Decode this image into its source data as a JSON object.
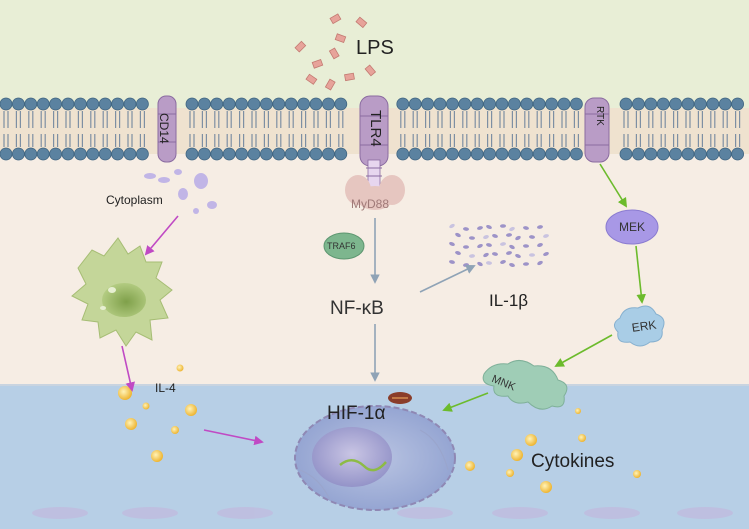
{
  "labels": {
    "lps": "LPS",
    "tlr4": "TLR4",
    "cd14": "CD14",
    "rtk": "RTK",
    "cytoplasm": "Cytoplasm",
    "myd88": "MyD88",
    "traf6": "TRAF6",
    "nfkb": "NF-κB",
    "il1b": "IL-1β",
    "mek": "MEK",
    "erk": "ERK",
    "mnk": "MNK",
    "il4": "IL-4",
    "hif1a": "HIF-1α",
    "cytokines": "Cytokines"
  },
  "colors": {
    "extracellular": "#e8eed6",
    "cytoplasm": "#f6ede4",
    "nucleus_region": "#b7cfe6",
    "membrane_head": "#5b82a0",
    "lipid_tail": "#7d8fa3",
    "receptor": "#b99cc6",
    "lps_fragment": "#e7a39a",
    "gray_arrow": "#8fa3b6",
    "green_arrow": "#6cbb2c",
    "magenta_arrow": "#c04ac4",
    "macrophage": "#b8cf86",
    "mek": "#a898e6",
    "erk": "#a9cde6",
    "mnk": "#9fcdb6",
    "traf6": "#7db68e",
    "cytokine_granule": "#f3c84a",
    "il1b_dots": "#9d93c8"
  }
}
